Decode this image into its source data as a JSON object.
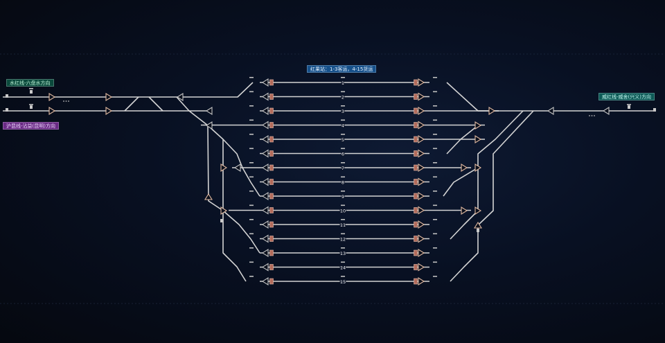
{
  "header": {
    "station_title": "红果站：1-3客运，4-15货运"
  },
  "directions": {
    "northwest": "水红线-六盘水方向",
    "southwest": "沪昆线-沾益(昆明)方向",
    "east": "威红线-威舍(兴义)方向"
  },
  "tracks": [
    "1",
    "2",
    "3",
    "4",
    "5",
    "6",
    "7",
    "8",
    "9",
    "10",
    "11",
    "12",
    "13",
    "14",
    "15"
  ],
  "colors": {
    "rail": "#d4d4d4",
    "signal_left": "#c4c4c4",
    "signal_right": "#e0b9a0",
    "insulator": "#b36b5b",
    "background": "#070b16"
  },
  "icons": {
    "signal": "triangle-signal-icon",
    "insulated_joint": "insulated-joint-icon",
    "track_circuit": "track-circuit-icon"
  }
}
